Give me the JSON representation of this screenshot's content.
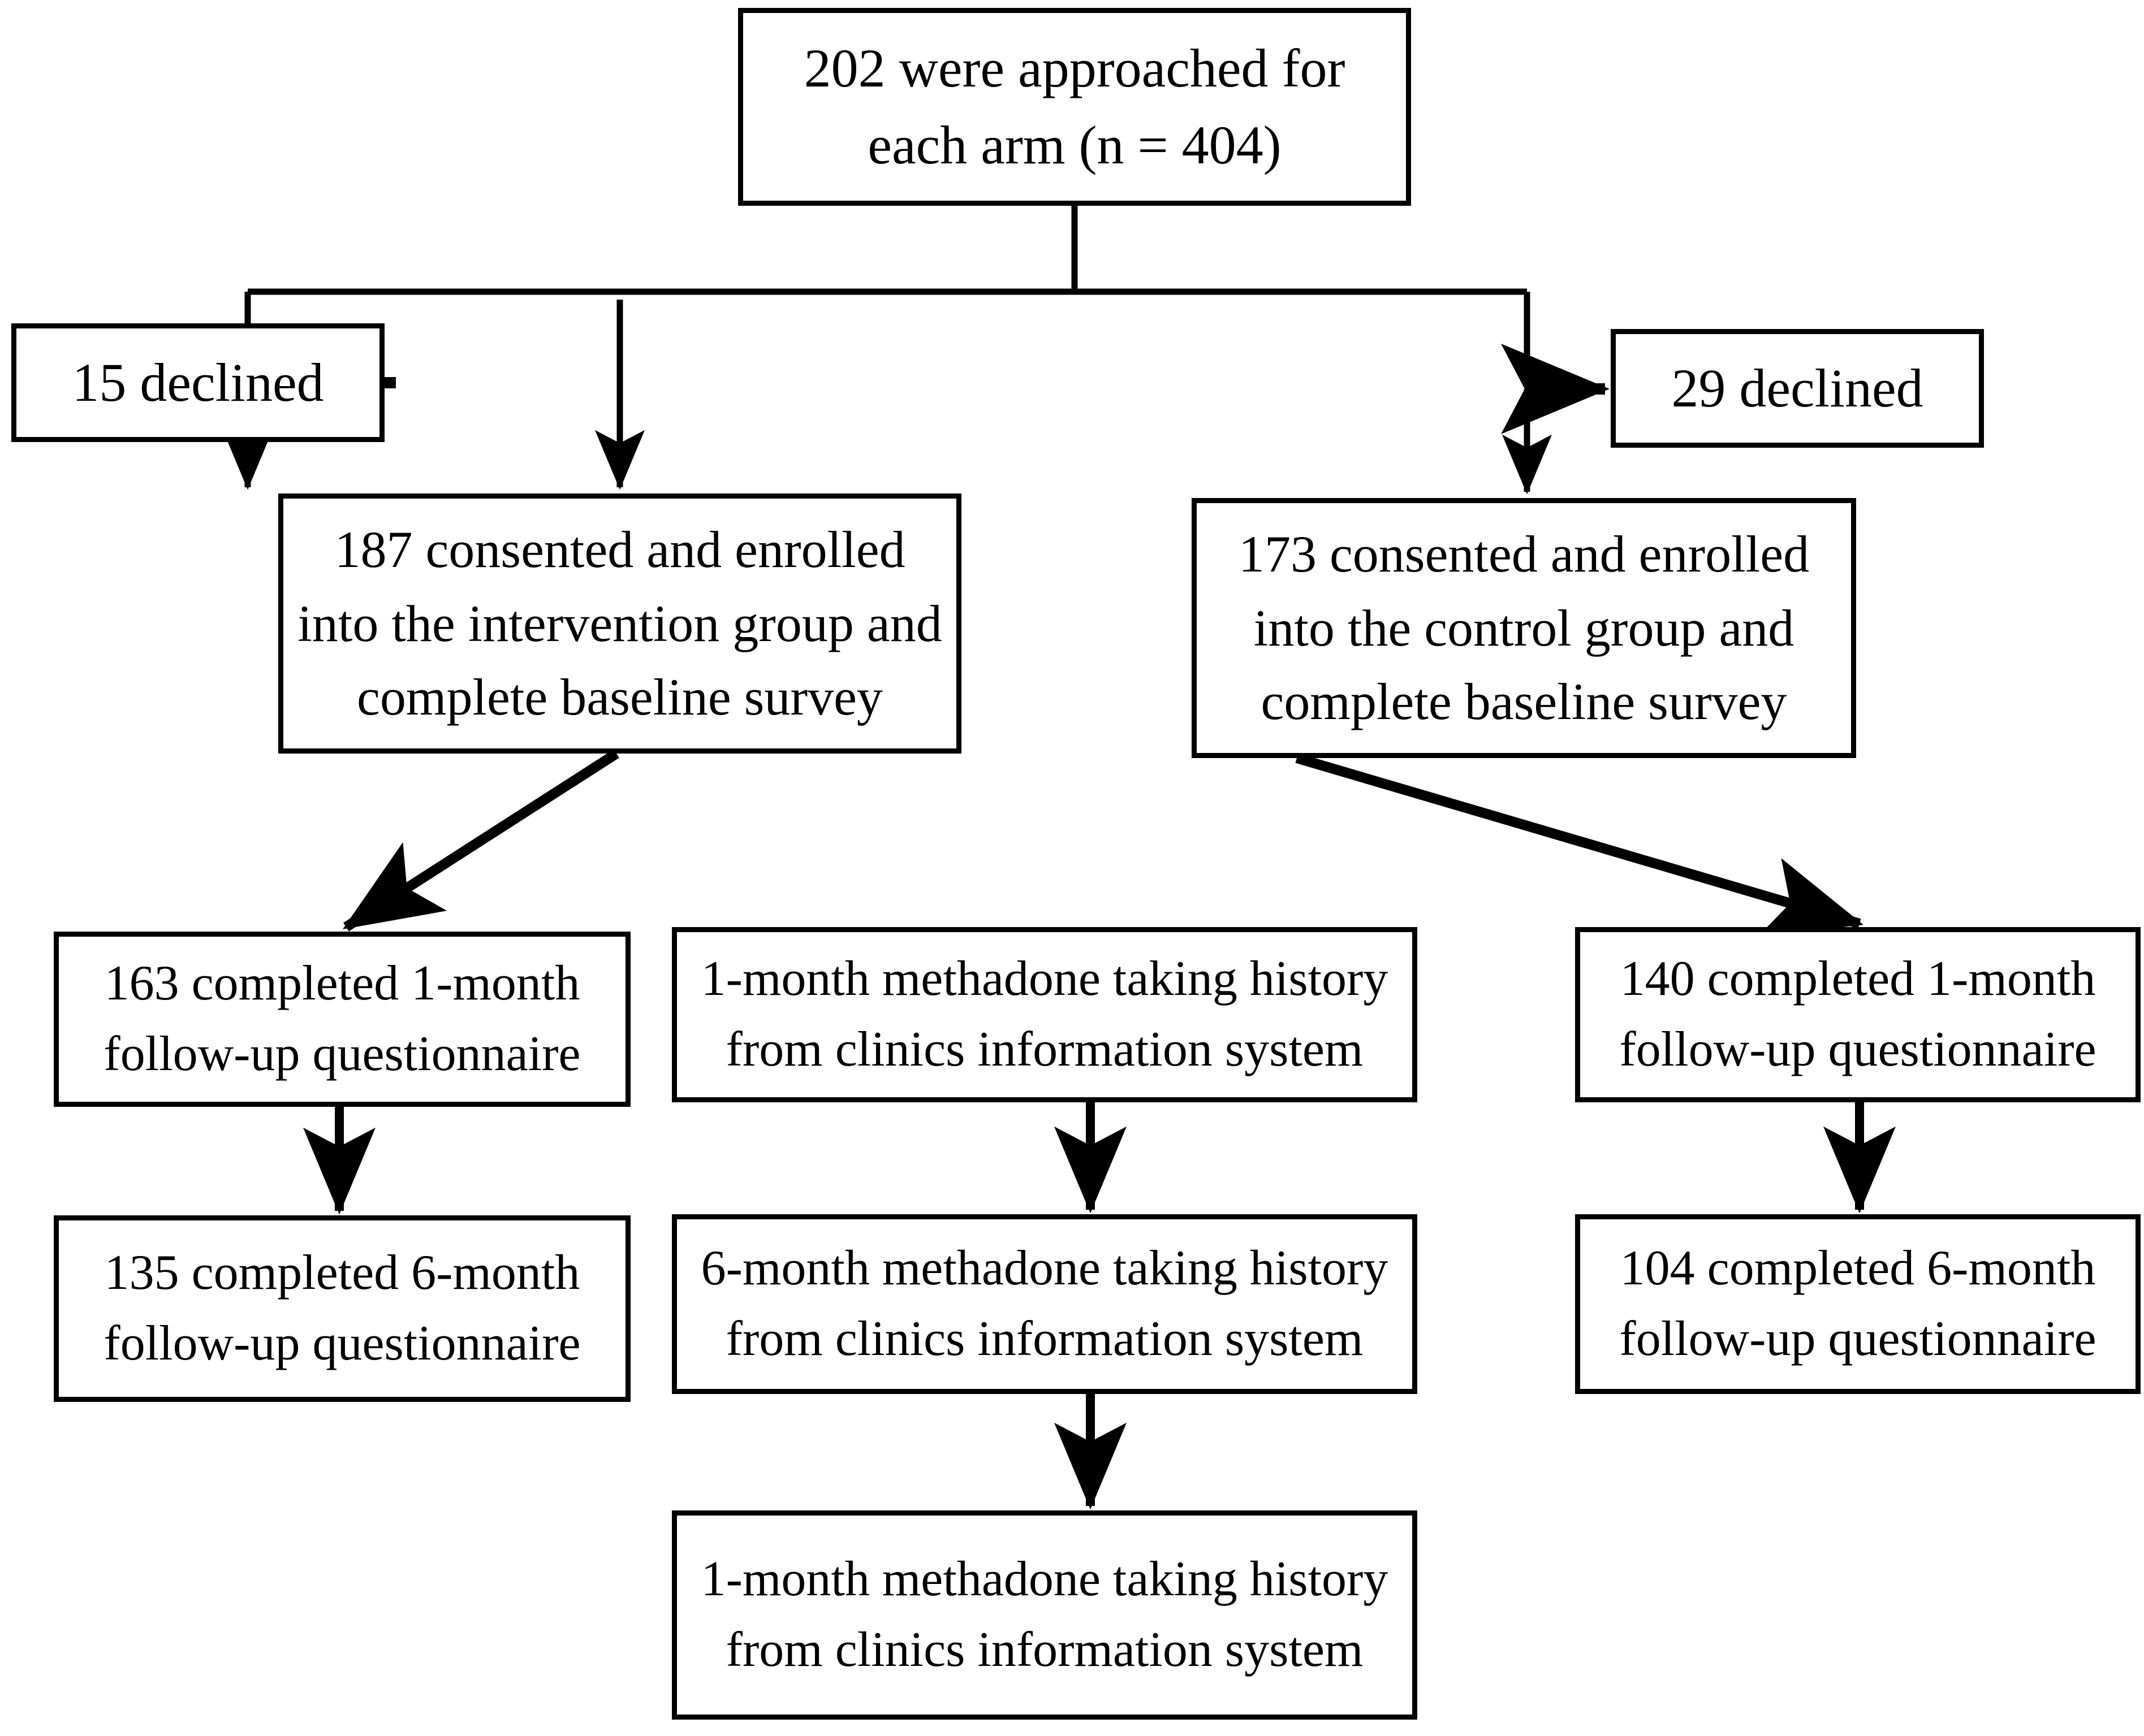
{
  "diagram": {
    "type": "flowchart",
    "title": "Participant flow diagram",
    "orientation": "top-down",
    "line_color": "#000000",
    "box_fill": "#ffffff",
    "box_border": "#000000"
  },
  "nodes": {
    "approached": {
      "id": "box-approached",
      "line1": "202 were approached for",
      "line2": "each arm (n = 404)"
    },
    "declined_left": {
      "id": "box-declined-left",
      "line1": "15 declined"
    },
    "declined_right": {
      "id": "box-declined-right",
      "line1": "29 declined"
    },
    "intervention": {
      "id": "box-intervention",
      "line1": "187 consented and enrolled",
      "line2": "into the intervention group and",
      "line3": "complete baseline survey"
    },
    "control": {
      "id": "box-control",
      "line1": "173 consented and enrolled",
      "line2": "into the control group and",
      "line3": "complete baseline survey"
    },
    "followup1_left": {
      "id": "box-fu1-left",
      "line1": "163 completed 1-month",
      "line2": "follow-up questionnaire"
    },
    "methadone1_mid": {
      "id": "box-meth1-mid",
      "line1": "1-month methadone taking history",
      "line2": "from clinics information system"
    },
    "followup1_right": {
      "id": "box-fu1-right",
      "line1": "140 completed 1-month",
      "line2": "follow-up questionnaire"
    },
    "followup6_left": {
      "id": "box-fu6-left",
      "line1": "135 completed 6-month",
      "line2": "follow-up questionnaire"
    },
    "methadone6_mid": {
      "id": "box-meth6-mid",
      "line1": "6-month methadone taking history",
      "line2": "from clinics information system"
    },
    "followup6_right": {
      "id": "box-fu6-right",
      "line1": "104 completed 6-month",
      "line2": "follow-up questionnaire"
    },
    "methadone1_bottom": {
      "id": "box-meth1-bottom",
      "line1": "1-month methadone taking history",
      "line2": "from clinics information system"
    }
  },
  "edges": [
    {
      "name": "approached-to-split",
      "from": "approached",
      "to": "split-bar",
      "style": "plain"
    },
    {
      "name": "split-to-declined-left",
      "from": "split-bar",
      "to": "declined_left",
      "style": "arrow-left"
    },
    {
      "name": "split-to-declined-right",
      "from": "split-bar",
      "to": "declined_right",
      "style": "arrow-right"
    },
    {
      "name": "split-to-intervention",
      "from": "split-bar",
      "to": "intervention",
      "style": "arrow-down"
    },
    {
      "name": "split-to-control",
      "from": "split-bar",
      "to": "control",
      "style": "arrow-down"
    },
    {
      "name": "intervention-to-followup1",
      "from": "intervention",
      "to": "followup1_left",
      "style": "arrow-diagonal"
    },
    {
      "name": "control-to-followup1",
      "from": "control",
      "to": "followup1_right",
      "style": "arrow-diagonal"
    },
    {
      "name": "followup1-left-to-followup6",
      "from": "followup1_left",
      "to": "followup6_left",
      "style": "arrow-down"
    },
    {
      "name": "methadone1-to-methadone6",
      "from": "methadone1_mid",
      "to": "methadone6_mid",
      "style": "arrow-down"
    },
    {
      "name": "followup1-right-to-followup6",
      "from": "followup1_right",
      "to": "followup6_right",
      "style": "arrow-down"
    },
    {
      "name": "methadone6-to-methadone1",
      "from": "methadone6_mid",
      "to": "methadone1_bottom",
      "style": "arrow-down"
    }
  ]
}
